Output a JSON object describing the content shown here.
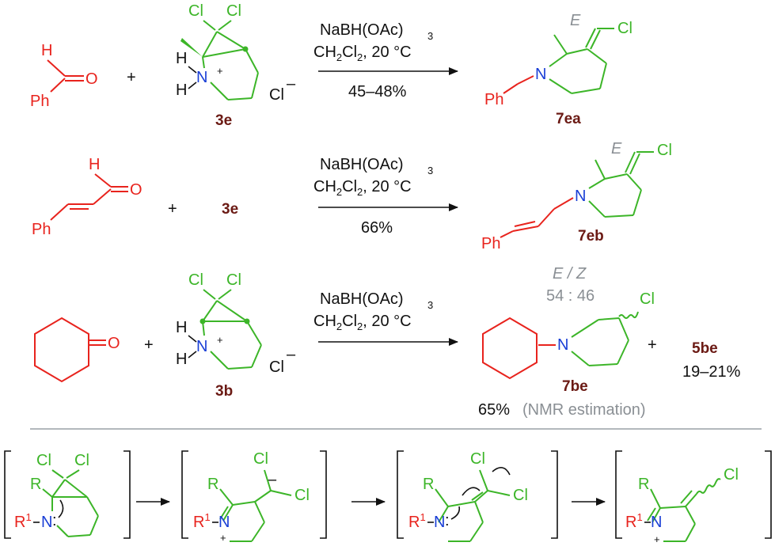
{
  "atoms": {
    "H": "H",
    "O": "O",
    "Ph": "Ph",
    "Cl": "Cl",
    "N": "N",
    "R": "R",
    "R1": "R",
    "sup1": "1",
    "plus": "+",
    "minus": "–",
    "colon": ":"
  },
  "plus_sign": "+",
  "reactions": [
    {
      "reagent_line1": "NaBH(OAc)",
      "reagent_sub3": "3",
      "solvent_ch": "CH",
      "solvent_sub2a": "2",
      "solvent_cl": "Cl",
      "solvent_sub2b": "2",
      "solvent_cond": ", 20 °C",
      "yield": "45–48%",
      "reactant_label": "3e",
      "product_label": "7ea",
      "stereo": "E"
    },
    {
      "reagent_line1": "NaBH(OAc)",
      "reagent_sub3": "3",
      "solvent_ch": "CH",
      "solvent_sub2a": "2",
      "solvent_cl": "Cl",
      "solvent_sub2b": "2",
      "solvent_cond": ", 20 °C",
      "yield": "66%",
      "reactant_label": "3e",
      "product_label": "7eb",
      "stereo": "E"
    },
    {
      "reagent_line1": "NaBH(OAc)",
      "reagent_sub3": "3",
      "solvent_ch": "CH",
      "solvent_sub2a": "2",
      "solvent_cl": "Cl",
      "solvent_sub2b": "2",
      "solvent_cond": ", 20 °C",
      "yield": "",
      "reactant_label": "3b",
      "product_label": "7be",
      "stereo_ratio_label": "E / Z",
      "stereo_ratio": "54 : 46",
      "byproduct_label": "5be",
      "byproduct_yield": "19–21%",
      "main_yield": "65%",
      "main_yield_note": "(NMR estimation)"
    }
  ],
  "colors": {
    "aldehyde": "#e8231d",
    "amine_fragment": "#3cb528",
    "nitrogen": "#1a3fd6",
    "compound_label": "#6b1a14",
    "stereo_note": "#8a8f94"
  }
}
